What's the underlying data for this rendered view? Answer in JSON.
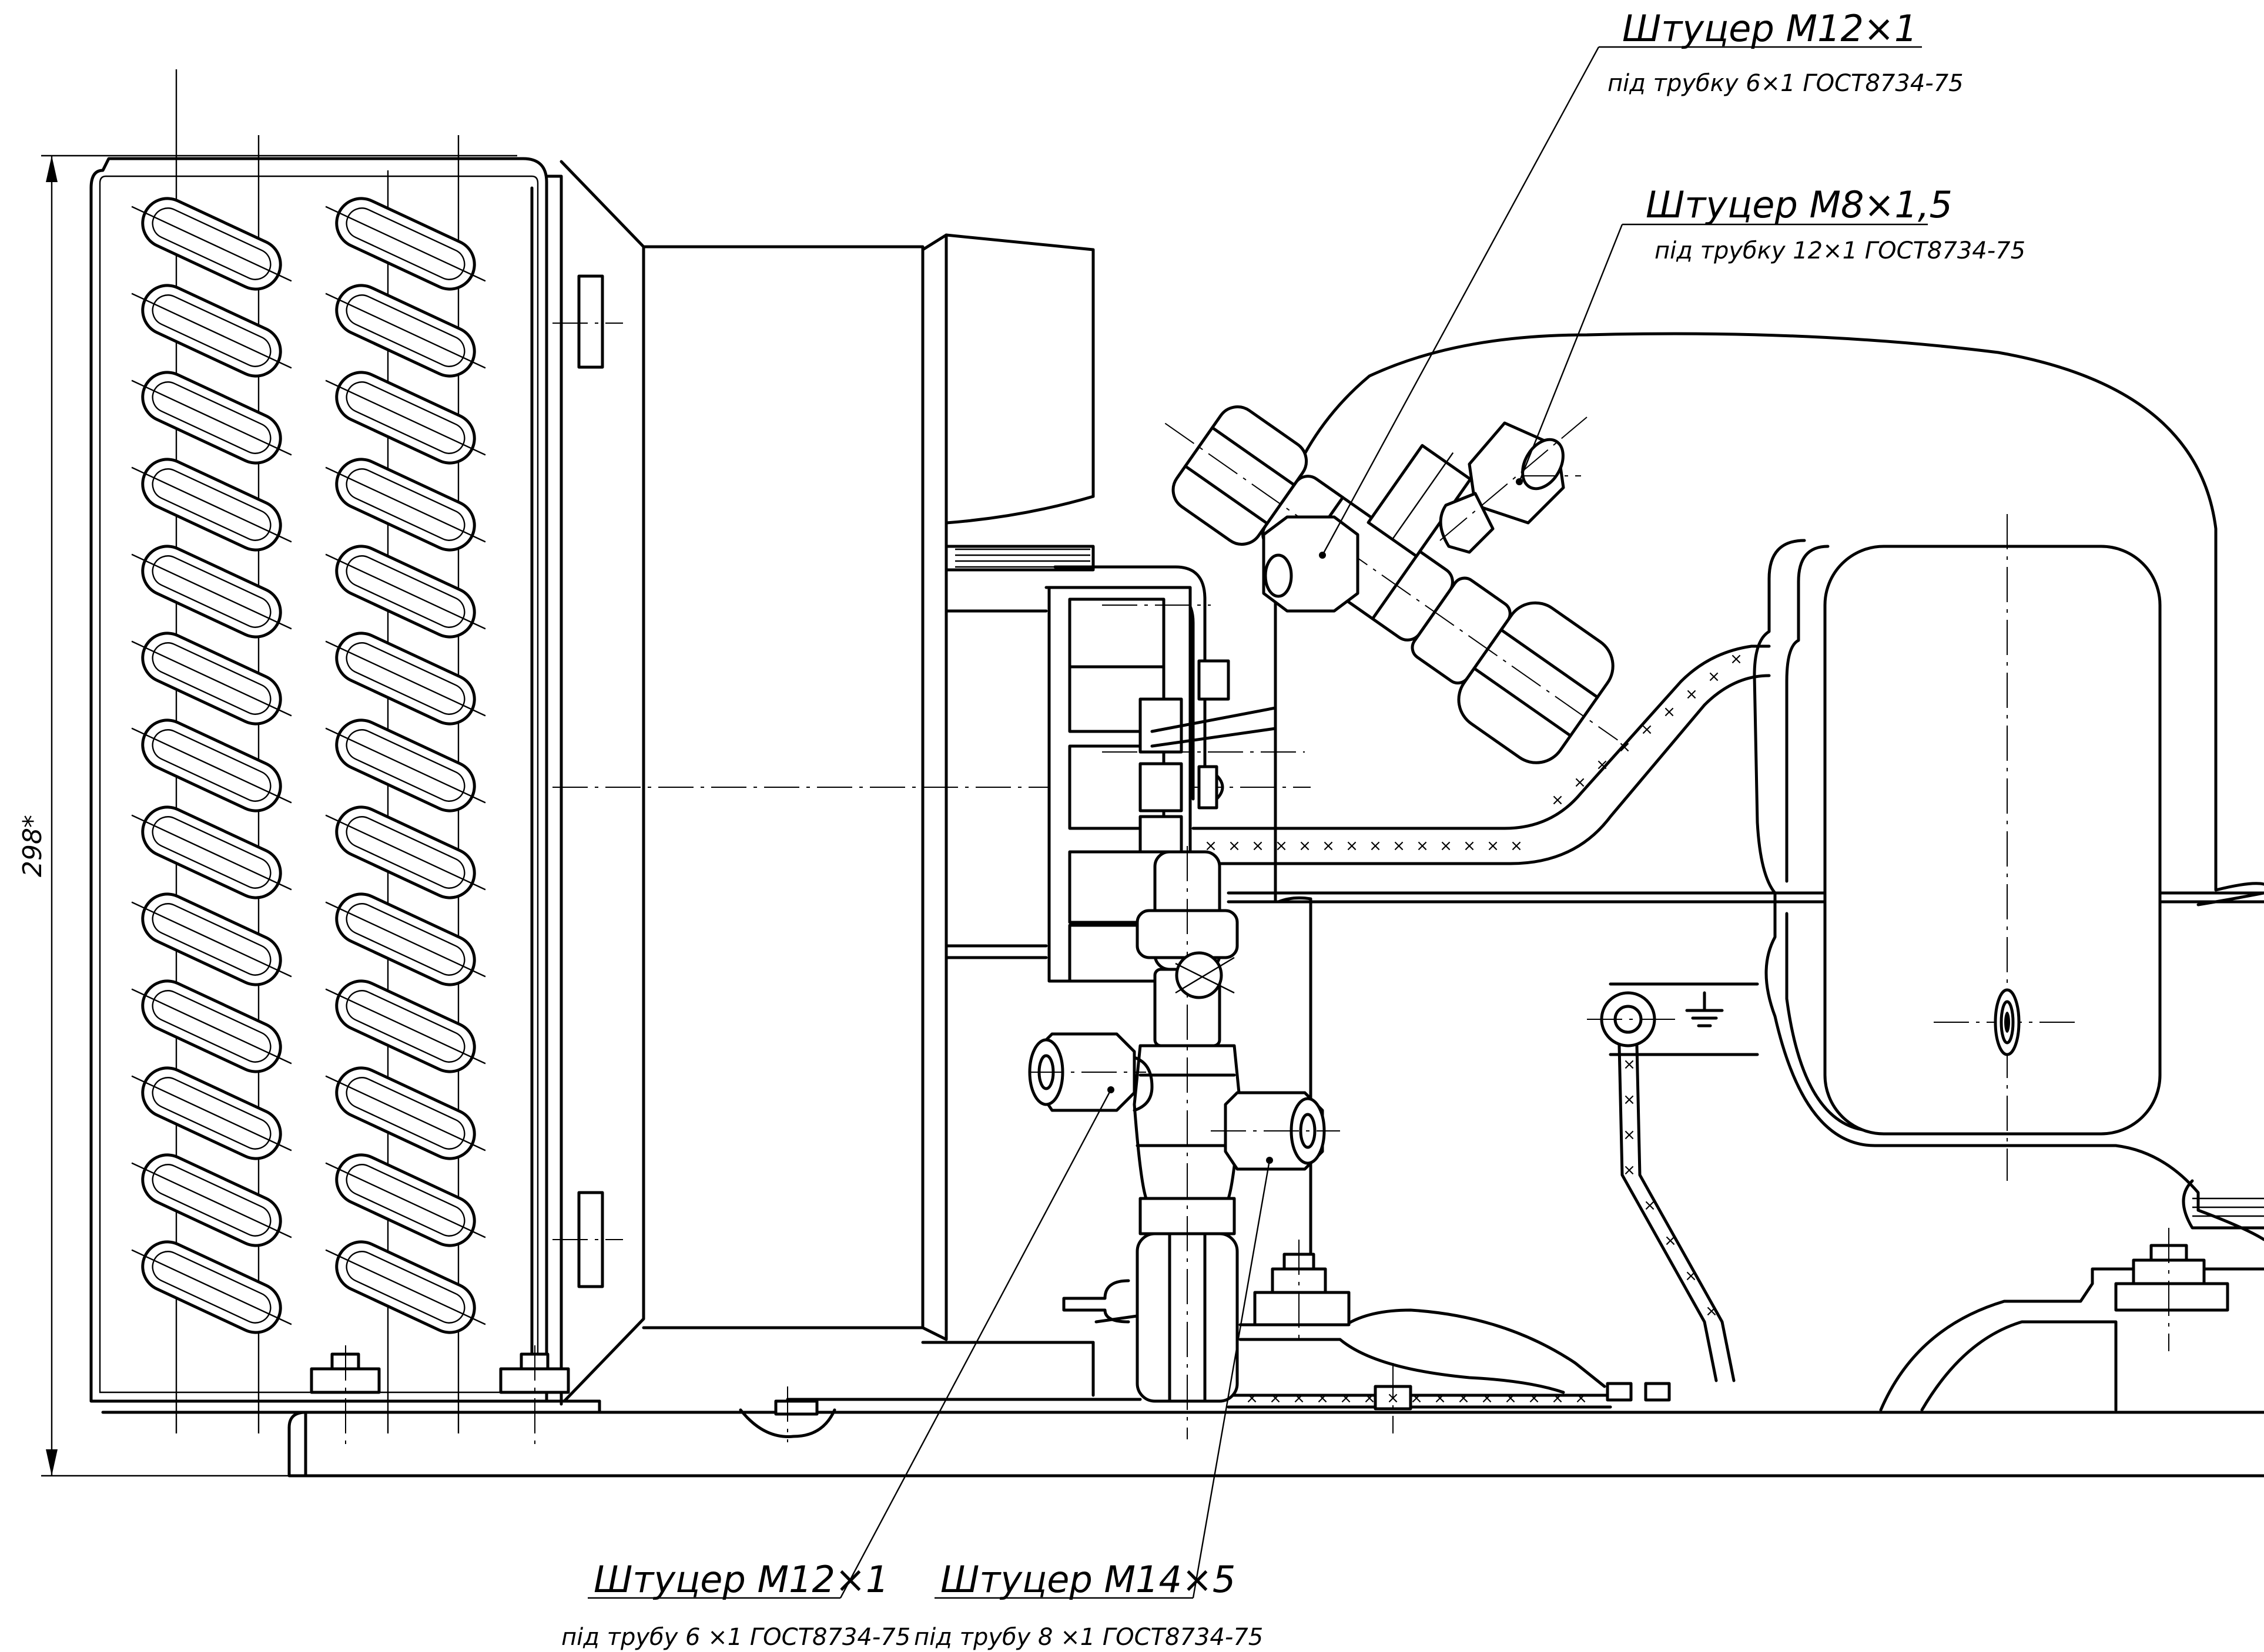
{
  "dimension": {
    "label": "298*"
  },
  "callouts": [
    {
      "id": "fitting-top-1",
      "title": "Штуцер М12×1",
      "subtitle": "під трубку 6×1 ГОСТ8734-75"
    },
    {
      "id": "fitting-top-2",
      "title": "Штуцер М8×1,5",
      "subtitle": "під трубку 12×1 ГОСТ8734-75"
    },
    {
      "id": "fitting-bottom-1",
      "title": "Штуцер М12×1",
      "subtitle": "під трубу 6 ×1 ГОСТ8734-75"
    },
    {
      "id": "fitting-bottom-2",
      "title": "Штуцер М14×5",
      "subtitle": "під трубу 8 ×1 ГОСТ8734-75"
    }
  ]
}
